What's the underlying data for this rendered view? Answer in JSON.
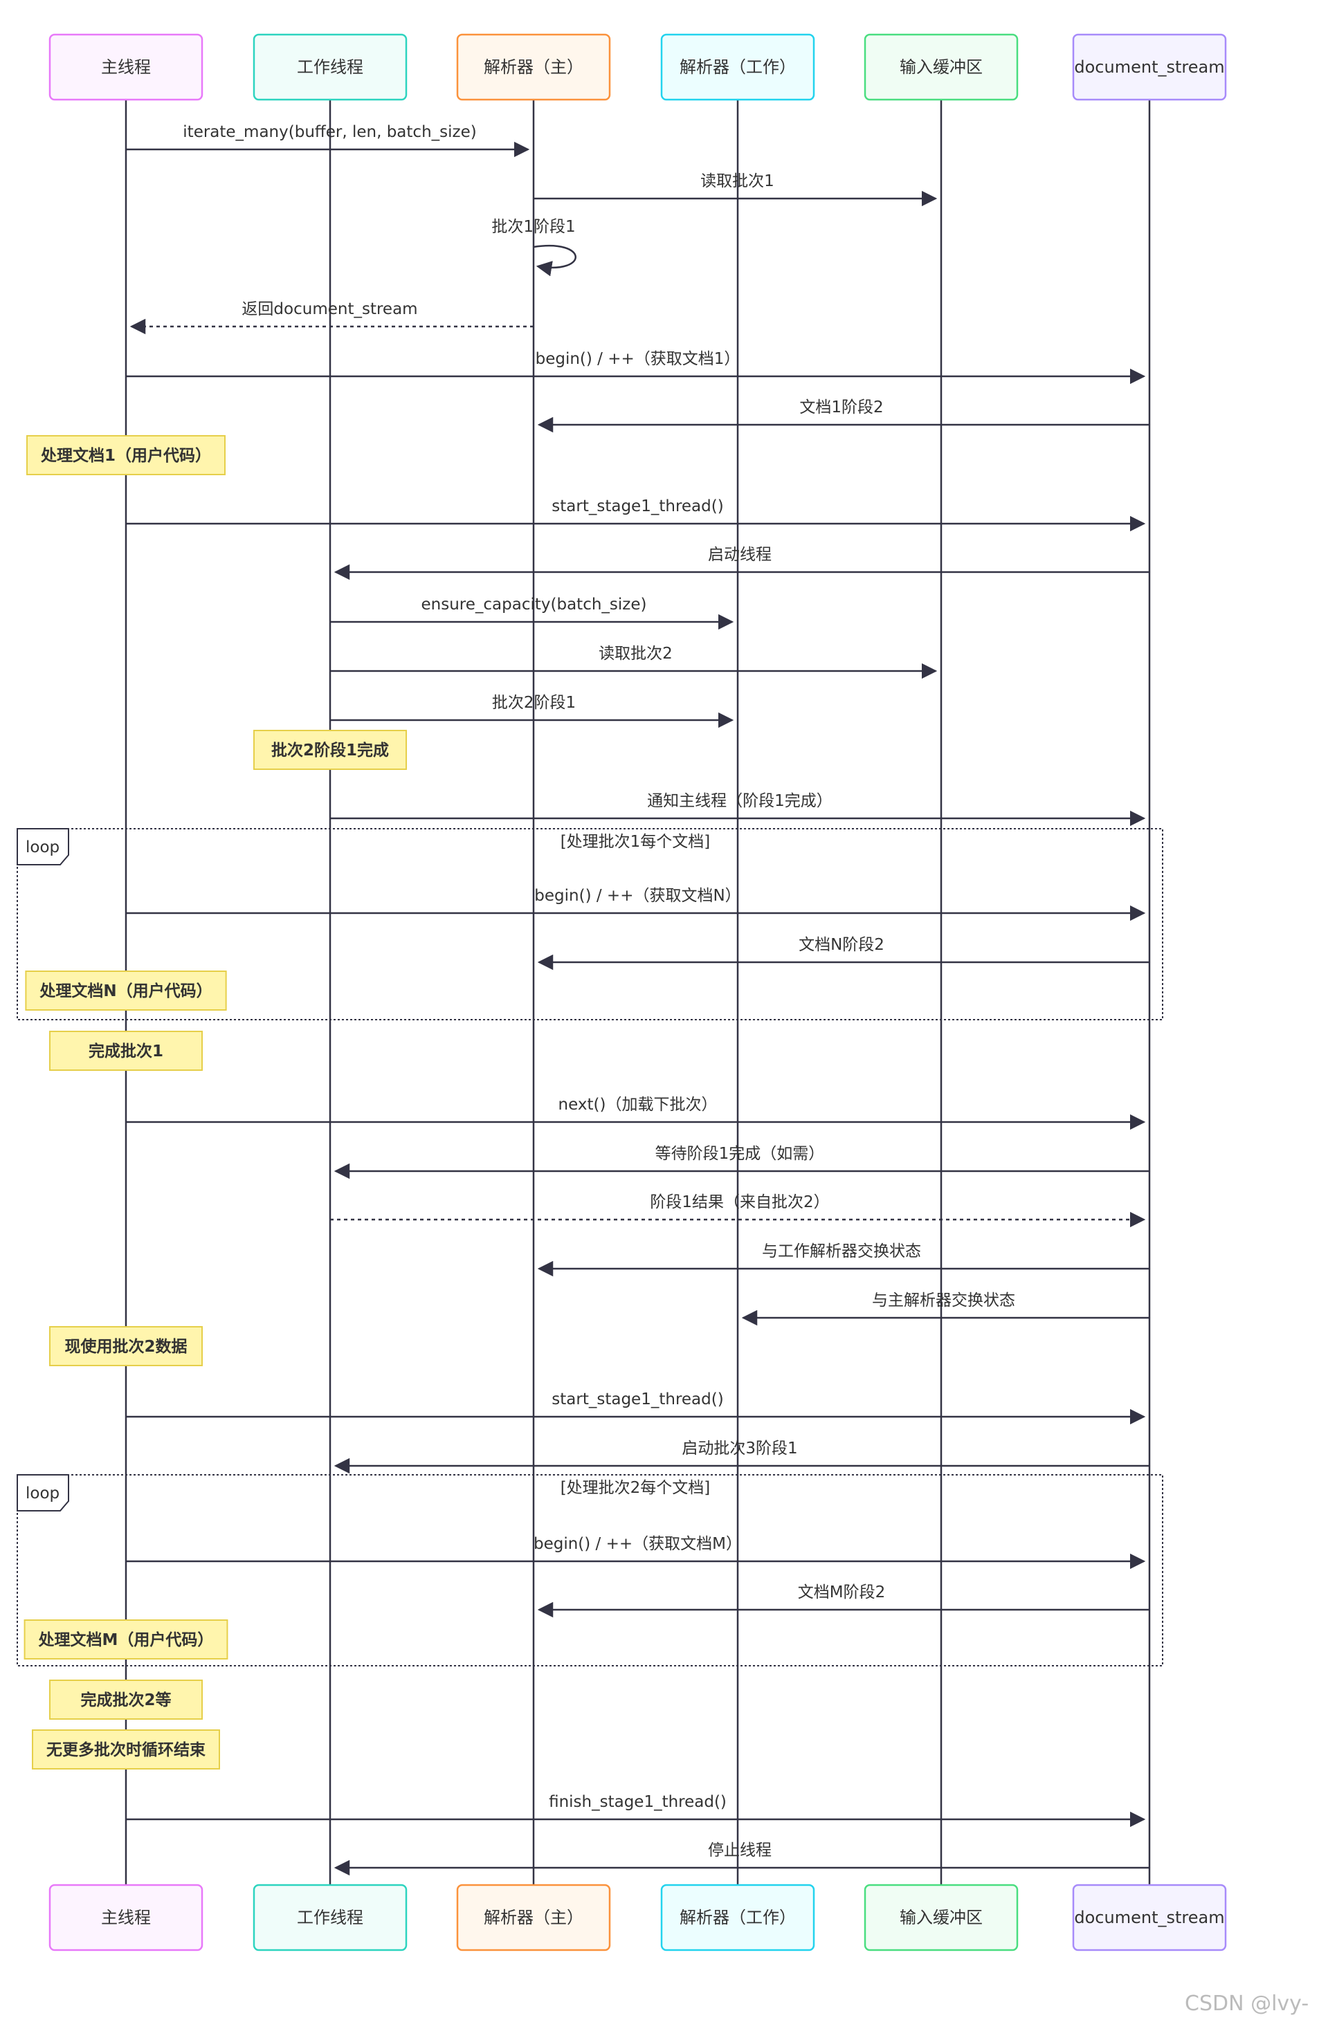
{
  "participants": [
    {
      "id": "main",
      "label": "主线程",
      "stroke": "#e879f9",
      "fill": "#fdf4ff"
    },
    {
      "id": "worker",
      "label": "工作线程",
      "stroke": "#2dd4bf",
      "fill": "#f0fdfa"
    },
    {
      "id": "parser_main",
      "label": "解析器（主）",
      "stroke": "#fb923c",
      "fill": "#fff7ed"
    },
    {
      "id": "parser_worker",
      "label": "解析器（工作）",
      "stroke": "#22d3ee",
      "fill": "#ecfeff"
    },
    {
      "id": "input_buffer",
      "label": "输入缓冲区",
      "stroke": "#4ade80",
      "fill": "#f0fdf4"
    },
    {
      "id": "doc_stream",
      "label": "document_stream",
      "stroke": "#a78bfa",
      "fill": "#f5f3ff"
    }
  ],
  "messages": [
    {
      "from": "main",
      "to": "parser_main",
      "text": "iterate_many(buffer, len, batch_size)",
      "style": "solid"
    },
    {
      "from": "parser_main",
      "to": "input_buffer",
      "text": "读取批次1",
      "style": "solid"
    },
    {
      "from": "parser_main",
      "to": "parser_main",
      "text": "批次1阶段1",
      "style": "self"
    },
    {
      "from": "parser_main",
      "to": "main",
      "text": "返回document_stream",
      "style": "dashed"
    },
    {
      "from": "main",
      "to": "doc_stream",
      "text": "begin() / ++（获取文档1）",
      "style": "solid"
    },
    {
      "from": "doc_stream",
      "to": "parser_main",
      "text": "文档1阶段2",
      "style": "solid"
    },
    {
      "from": "main",
      "to": "doc_stream",
      "text": "start_stage1_thread()",
      "style": "solid"
    },
    {
      "from": "doc_stream",
      "to": "worker",
      "text": "启动线程",
      "style": "solid"
    },
    {
      "from": "worker",
      "to": "parser_worker",
      "text": "ensure_capacity(batch_size)",
      "style": "solid"
    },
    {
      "from": "worker",
      "to": "input_buffer",
      "text": "读取批次2",
      "style": "solid"
    },
    {
      "from": "worker",
      "to": "parser_worker",
      "text": "批次2阶段1",
      "style": "solid"
    },
    {
      "from": "worker",
      "to": "doc_stream",
      "text": "通知主线程（阶段1完成）",
      "style": "solid"
    },
    {
      "from": "main",
      "to": "doc_stream",
      "text": "begin() / ++（获取文档N）",
      "style": "solid"
    },
    {
      "from": "doc_stream",
      "to": "parser_main",
      "text": "文档N阶段2",
      "style": "solid"
    },
    {
      "from": "main",
      "to": "doc_stream",
      "text": "next()（加载下批次）",
      "style": "solid"
    },
    {
      "from": "doc_stream",
      "to": "worker",
      "text": "等待阶段1完成（如需）",
      "style": "solid"
    },
    {
      "from": "worker",
      "to": "doc_stream",
      "text": "阶段1结果（来自批次2）",
      "style": "dashed"
    },
    {
      "from": "doc_stream",
      "to": "parser_main",
      "text": "与工作解析器交换状态",
      "style": "solid"
    },
    {
      "from": "doc_stream",
      "to": "parser_worker",
      "text": "与主解析器交换状态",
      "style": "solid"
    },
    {
      "from": "main",
      "to": "doc_stream",
      "text": "start_stage1_thread()",
      "style": "solid"
    },
    {
      "from": "doc_stream",
      "to": "worker",
      "text": "启动批次3阶段1",
      "style": "solid"
    },
    {
      "from": "main",
      "to": "doc_stream",
      "text": "begin() / ++（获取文档M）",
      "style": "solid"
    },
    {
      "from": "doc_stream",
      "to": "parser_main",
      "text": "文档M阶段2",
      "style": "solid"
    },
    {
      "from": "main",
      "to": "doc_stream",
      "text": "finish_stage1_thread()",
      "style": "solid"
    },
    {
      "from": "doc_stream",
      "to": "worker",
      "text": "停止线程",
      "style": "solid"
    }
  ],
  "notes": [
    {
      "over": "main",
      "text": "处理文档1（用户代码）"
    },
    {
      "over": "worker",
      "text": "批次2阶段1完成"
    },
    {
      "over": "main",
      "text": "处理文档N（用户代码）"
    },
    {
      "over": "main",
      "text": "完成批次1"
    },
    {
      "over": "main",
      "text": "现使用批次2数据"
    },
    {
      "over": "main",
      "text": "处理文档M（用户代码）"
    },
    {
      "over": "main",
      "text": "完成批次2等"
    },
    {
      "over": "main",
      "text": "无更多批次时循环结束"
    }
  ],
  "loops": [
    {
      "tag": "loop",
      "label": "[处理批次1每个文档]"
    },
    {
      "tag": "loop",
      "label": "[处理批次2每个文档]"
    }
  ],
  "colors": {
    "line": "#333344",
    "note_fill": "#fff5ad",
    "note_stroke": "#e6cf4a"
  },
  "watermark": "CSDN @lvy-"
}
